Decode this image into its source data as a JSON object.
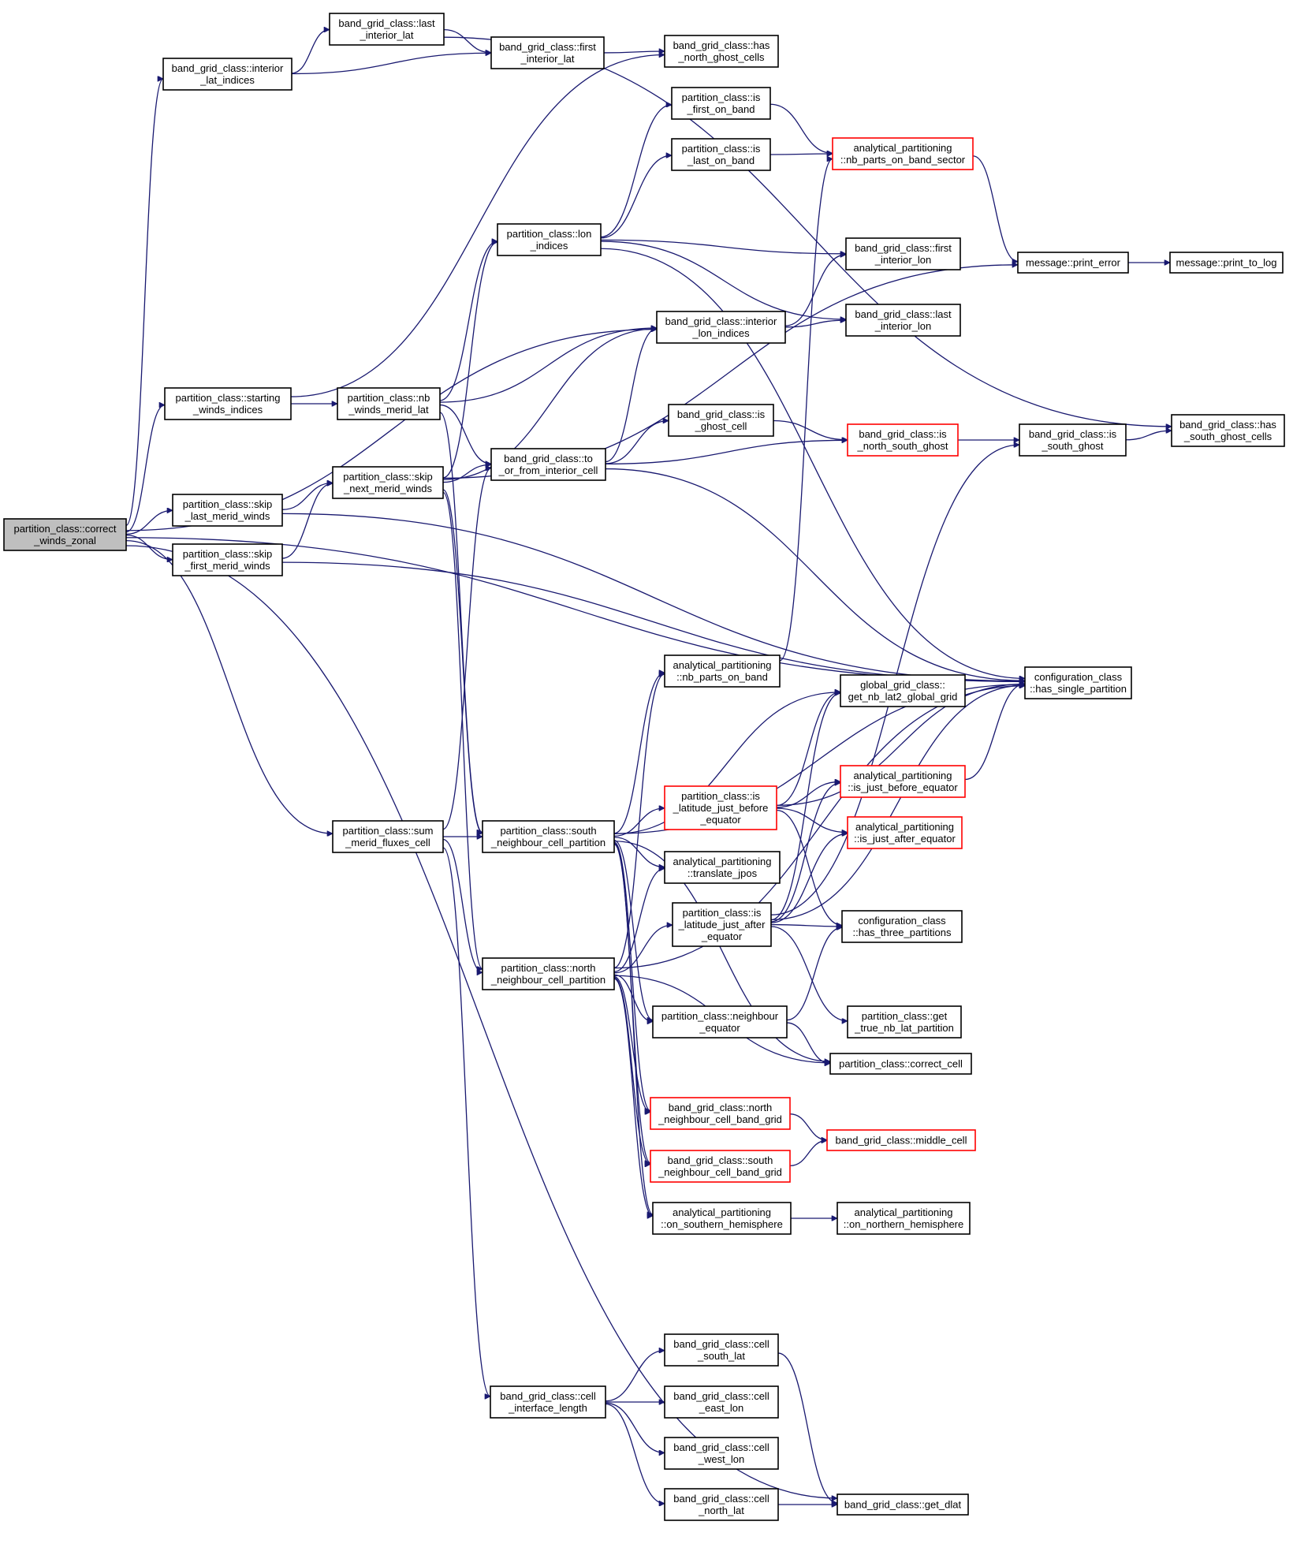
{
  "graph": {
    "edge_color": "#191970",
    "truncated_border_color": "#ff0000",
    "root_fill": "#bfbfbf",
    "nodes": [
      {
        "id": "correct_winds_zonal",
        "lines": [
          "partition_class::correct",
          "_winds_zonal"
        ],
        "root": true
      },
      {
        "id": "interior_lat_indices",
        "lines": [
          "band_grid_class::interior",
          "_lat_indices"
        ]
      },
      {
        "id": "last_interior_lat",
        "lines": [
          "band_grid_class::last",
          "_interior_lat"
        ]
      },
      {
        "id": "first_interior_lat",
        "lines": [
          "band_grid_class::first",
          "_interior_lat"
        ]
      },
      {
        "id": "has_north_ghost_cells",
        "lines": [
          "band_grid_class::has",
          "_north_ghost_cells"
        ]
      },
      {
        "id": "is_first_on_band",
        "lines": [
          "partition_class::is",
          "_first_on_band"
        ]
      },
      {
        "id": "is_last_on_band",
        "lines": [
          "partition_class::is",
          "_last_on_band"
        ]
      },
      {
        "id": "nb_parts_on_band_sector",
        "lines": [
          "analytical_partitioning",
          "::nb_parts_on_band_sector"
        ],
        "truncated": true
      },
      {
        "id": "lon_indices",
        "lines": [
          "partition_class::lon",
          "_indices"
        ]
      },
      {
        "id": "first_interior_lon",
        "lines": [
          "band_grid_class::first",
          "_interior_lon"
        ]
      },
      {
        "id": "last_interior_lon",
        "lines": [
          "band_grid_class::last",
          "_interior_lon"
        ]
      },
      {
        "id": "print_error",
        "lines": [
          "message::print_error"
        ]
      },
      {
        "id": "print_to_log",
        "lines": [
          "message::print_to_log"
        ]
      },
      {
        "id": "interior_lon_indices",
        "lines": [
          "band_grid_class::interior",
          "_lon_indices"
        ]
      },
      {
        "id": "starting_winds_indices",
        "lines": [
          "partition_class::starting",
          "_winds_indices"
        ]
      },
      {
        "id": "nb_winds_merid_lat",
        "lines": [
          "partition_class::nb",
          "_winds_merid_lat"
        ]
      },
      {
        "id": "skip_next_merid_winds",
        "lines": [
          "partition_class::skip",
          "_next_merid_winds"
        ]
      },
      {
        "id": "to_or_from_interior_cell",
        "lines": [
          "band_grid_class::to",
          "_or_from_interior_cell"
        ]
      },
      {
        "id": "is_ghost_cell",
        "lines": [
          "band_grid_class::is",
          "_ghost_cell"
        ]
      },
      {
        "id": "is_north_south_ghost",
        "lines": [
          "band_grid_class::is",
          "_north_south_ghost"
        ],
        "truncated": true
      },
      {
        "id": "is_south_ghost",
        "lines": [
          "band_grid_class::is",
          "_south_ghost"
        ]
      },
      {
        "id": "has_south_ghost_cells",
        "lines": [
          "band_grid_class::has",
          "_south_ghost_cells"
        ]
      },
      {
        "id": "skip_last_merid_winds",
        "lines": [
          "partition_class::skip",
          "_last_merid_winds"
        ]
      },
      {
        "id": "skip_first_merid_winds",
        "lines": [
          "partition_class::skip",
          "_first_merid_winds"
        ]
      },
      {
        "id": "nb_parts_on_band",
        "lines": [
          "analytical_partitioning",
          "::nb_parts_on_band"
        ]
      },
      {
        "id": "has_single_partition",
        "lines": [
          "configuration_class",
          "::has_single_partition"
        ]
      },
      {
        "id": "get_nb_lat2_global_grid",
        "lines": [
          "global_grid_class::",
          "get_nb_lat2_global_grid"
        ]
      },
      {
        "id": "is_latitude_just_before_equator",
        "lines": [
          "partition_class::is",
          "_latitude_just_before",
          "_equator"
        ],
        "truncated": true
      },
      {
        "id": "is_just_before_equator",
        "lines": [
          "analytical_partitioning",
          "::is_just_before_equator"
        ],
        "truncated": true
      },
      {
        "id": "is_just_after_equator",
        "lines": [
          "analytical_partitioning",
          "::is_just_after_equator"
        ],
        "truncated": true
      },
      {
        "id": "sum_merid_fluxes_cell",
        "lines": [
          "partition_class::sum",
          "_merid_fluxes_cell"
        ]
      },
      {
        "id": "south_neighbour_cell_partition",
        "lines": [
          "partition_class::south",
          "_neighbour_cell_partition"
        ]
      },
      {
        "id": "translate_jpos",
        "lines": [
          "analytical_partitioning",
          "::translate_jpos"
        ]
      },
      {
        "id": "is_latitude_just_after_equator",
        "lines": [
          "partition_class::is",
          "_latitude_just_after",
          "_equator"
        ]
      },
      {
        "id": "has_three_partitions",
        "lines": [
          "configuration_class",
          "::has_three_partitions"
        ]
      },
      {
        "id": "north_neighbour_cell_partition",
        "lines": [
          "partition_class::north",
          "_neighbour_cell_partition"
        ]
      },
      {
        "id": "get_true_nb_lat_partition",
        "lines": [
          "partition_class::get",
          "_true_nb_lat_partition"
        ]
      },
      {
        "id": "neighbour_equator",
        "lines": [
          "partition_class::neighbour",
          "_equator"
        ]
      },
      {
        "id": "correct_cell",
        "lines": [
          "partition_class::correct_cell"
        ]
      },
      {
        "id": "north_neighbour_cell_band_grid",
        "lines": [
          "band_grid_class::north",
          "_neighbour_cell_band_grid"
        ],
        "truncated": true
      },
      {
        "id": "middle_cell",
        "lines": [
          "band_grid_class::middle_cell"
        ],
        "truncated": true
      },
      {
        "id": "south_neighbour_cell_band_grid",
        "lines": [
          "band_grid_class::south",
          "_neighbour_cell_band_grid"
        ],
        "truncated": true
      },
      {
        "id": "on_southern_hemisphere",
        "lines": [
          "analytical_partitioning",
          "::on_southern_hemisphere"
        ]
      },
      {
        "id": "on_northern_hemisphere",
        "lines": [
          "analytical_partitioning",
          "::on_northern_hemisphere"
        ]
      },
      {
        "id": "cell_south_lat",
        "lines": [
          "band_grid_class::cell",
          "_south_lat"
        ]
      },
      {
        "id": "cell_interface_length",
        "lines": [
          "band_grid_class::cell",
          "_interface_length"
        ]
      },
      {
        "id": "cell_east_lon",
        "lines": [
          "band_grid_class::cell",
          "_east_lon"
        ]
      },
      {
        "id": "cell_west_lon",
        "lines": [
          "band_grid_class::cell",
          "_west_lon"
        ]
      },
      {
        "id": "cell_north_lat",
        "lines": [
          "band_grid_class::cell",
          "_north_lat"
        ]
      },
      {
        "id": "get_dlat",
        "lines": [
          "band_grid_class::get_dlat"
        ]
      }
    ],
    "edges": [
      [
        "correct_winds_zonal",
        "interior_lat_indices"
      ],
      [
        "correct_winds_zonal",
        "starting_winds_indices"
      ],
      [
        "correct_winds_zonal",
        "interior_lon_indices"
      ],
      [
        "correct_winds_zonal",
        "skip_last_merid_winds"
      ],
      [
        "correct_winds_zonal",
        "skip_first_merid_winds"
      ],
      [
        "correct_winds_zonal",
        "sum_merid_fluxes_cell"
      ],
      [
        "correct_winds_zonal",
        "has_single_partition"
      ],
      [
        "correct_winds_zonal",
        "get_dlat"
      ],
      [
        "interior_lat_indices",
        "last_interior_lat"
      ],
      [
        "interior_lat_indices",
        "first_interior_lat"
      ],
      [
        "last_interior_lat",
        "first_interior_lat"
      ],
      [
        "last_interior_lat",
        "has_south_ghost_cells"
      ],
      [
        "first_interior_lat",
        "has_north_ghost_cells"
      ],
      [
        "starting_winds_indices",
        "has_north_ghost_cells"
      ],
      [
        "starting_winds_indices",
        "nb_winds_merid_lat"
      ],
      [
        "nb_winds_merid_lat",
        "lon_indices"
      ],
      [
        "nb_winds_merid_lat",
        "interior_lon_indices"
      ],
      [
        "nb_winds_merid_lat",
        "to_or_from_interior_cell"
      ],
      [
        "nb_winds_merid_lat",
        "south_neighbour_cell_partition"
      ],
      [
        "skip_last_merid_winds",
        "skip_next_merid_winds"
      ],
      [
        "skip_last_merid_winds",
        "has_single_partition"
      ],
      [
        "skip_first_merid_winds",
        "skip_next_merid_winds"
      ],
      [
        "skip_first_merid_winds",
        "has_single_partition"
      ],
      [
        "skip_next_merid_winds",
        "lon_indices"
      ],
      [
        "skip_next_merid_winds",
        "interior_lon_indices"
      ],
      [
        "skip_next_merid_winds",
        "to_or_from_interior_cell"
      ],
      [
        "skip_next_merid_winds",
        "print_error"
      ],
      [
        "skip_next_merid_winds",
        "south_neighbour_cell_partition"
      ],
      [
        "skip_next_merid_winds",
        "north_neighbour_cell_partition"
      ],
      [
        "lon_indices",
        "is_first_on_band"
      ],
      [
        "lon_indices",
        "is_last_on_band"
      ],
      [
        "lon_indices",
        "first_interior_lon"
      ],
      [
        "lon_indices",
        "last_interior_lon"
      ],
      [
        "lon_indices",
        "has_single_partition"
      ],
      [
        "is_first_on_band",
        "nb_parts_on_band_sector"
      ],
      [
        "is_last_on_band",
        "nb_parts_on_band_sector"
      ],
      [
        "nb_parts_on_band_sector",
        "print_error"
      ],
      [
        "print_error",
        "print_to_log"
      ],
      [
        "interior_lon_indices",
        "first_interior_lon"
      ],
      [
        "interior_lon_indices",
        "last_interior_lon"
      ],
      [
        "to_or_from_interior_cell",
        "interior_lon_indices"
      ],
      [
        "to_or_from_interior_cell",
        "is_ghost_cell"
      ],
      [
        "to_or_from_interior_cell",
        "is_north_south_ghost"
      ],
      [
        "to_or_from_interior_cell",
        "has_single_partition"
      ],
      [
        "is_ghost_cell",
        "is_north_south_ghost"
      ],
      [
        "is_north_south_ghost",
        "is_south_ghost"
      ],
      [
        "is_south_ghost",
        "has_south_ghost_cells"
      ],
      [
        "sum_merid_fluxes_cell",
        "to_or_from_interior_cell"
      ],
      [
        "sum_merid_fluxes_cell",
        "south_neighbour_cell_partition"
      ],
      [
        "sum_merid_fluxes_cell",
        "north_neighbour_cell_partition"
      ],
      [
        "sum_merid_fluxes_cell",
        "cell_interface_length"
      ],
      [
        "south_neighbour_cell_partition",
        "has_single_partition"
      ],
      [
        "south_neighbour_cell_partition",
        "nb_parts_on_band"
      ],
      [
        "south_neighbour_cell_partition",
        "get_nb_lat2_global_grid"
      ],
      [
        "south_neighbour_cell_partition",
        "is_latitude_just_before_equator"
      ],
      [
        "south_neighbour_cell_partition",
        "translate_jpos"
      ],
      [
        "south_neighbour_cell_partition",
        "neighbour_equator"
      ],
      [
        "south_neighbour_cell_partition",
        "correct_cell"
      ],
      [
        "south_neighbour_cell_partition",
        "north_neighbour_cell_band_grid"
      ],
      [
        "south_neighbour_cell_partition",
        "south_neighbour_cell_band_grid"
      ],
      [
        "south_neighbour_cell_partition",
        "on_southern_hemisphere"
      ],
      [
        "nb_parts_on_band",
        "nb_parts_on_band_sector"
      ],
      [
        "is_latitude_just_before_equator",
        "has_single_partition"
      ],
      [
        "is_latitude_just_before_equator",
        "get_nb_lat2_global_grid"
      ],
      [
        "is_latitude_just_before_equator",
        "is_just_before_equator"
      ],
      [
        "is_latitude_just_before_equator",
        "is_just_after_equator"
      ],
      [
        "is_latitude_just_before_equator",
        "has_three_partitions"
      ],
      [
        "is_just_before_equator",
        "has_single_partition"
      ],
      [
        "north_neighbour_cell_partition",
        "nb_parts_on_band"
      ],
      [
        "north_neighbour_cell_partition",
        "translate_jpos"
      ],
      [
        "north_neighbour_cell_partition",
        "is_latitude_just_after_equator"
      ],
      [
        "north_neighbour_cell_partition",
        "neighbour_equator"
      ],
      [
        "north_neighbour_cell_partition",
        "correct_cell"
      ],
      [
        "north_neighbour_cell_partition",
        "north_neighbour_cell_band_grid"
      ],
      [
        "north_neighbour_cell_partition",
        "south_neighbour_cell_band_grid"
      ],
      [
        "north_neighbour_cell_partition",
        "on_southern_hemisphere"
      ],
      [
        "north_neighbour_cell_partition",
        "has_single_partition"
      ],
      [
        "is_latitude_just_after_equator",
        "get_nb_lat2_global_grid"
      ],
      [
        "is_latitude_just_after_equator",
        "is_just_before_equator"
      ],
      [
        "is_latitude_just_after_equator",
        "is_just_after_equator"
      ],
      [
        "is_latitude_just_after_equator",
        "has_three_partitions"
      ],
      [
        "is_latitude_just_after_equator",
        "get_true_nb_lat_partition"
      ],
      [
        "is_latitude_just_after_equator",
        "is_south_ghost"
      ],
      [
        "is_latitude_just_after_equator",
        "has_single_partition"
      ],
      [
        "neighbour_equator",
        "has_three_partitions"
      ],
      [
        "neighbour_equator",
        "correct_cell"
      ],
      [
        "north_neighbour_cell_band_grid",
        "middle_cell"
      ],
      [
        "south_neighbour_cell_band_grid",
        "middle_cell"
      ],
      [
        "on_southern_hemisphere",
        "on_northern_hemisphere"
      ],
      [
        "cell_interface_length",
        "cell_south_lat"
      ],
      [
        "cell_interface_length",
        "cell_east_lon"
      ],
      [
        "cell_interface_length",
        "cell_west_lon"
      ],
      [
        "cell_interface_length",
        "cell_north_lat"
      ],
      [
        "cell_south_lat",
        "get_dlat"
      ],
      [
        "cell_north_lat",
        "get_dlat"
      ]
    ]
  }
}
